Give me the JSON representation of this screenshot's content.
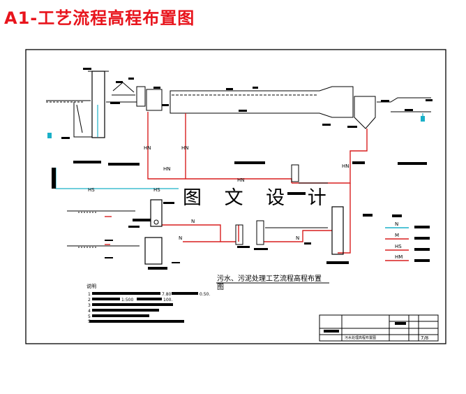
{
  "page": {
    "title": "A1-工艺流程高程布置图"
  },
  "drawing": {
    "watermark": "图 文 设 计",
    "caption": "污水、污泥处理工艺流程高程布置",
    "caption_suffix": "图",
    "notes_heading": "说明",
    "note_numbers": [
      "1",
      "2",
      "3",
      "4",
      "5"
    ],
    "note_fragments": [
      "7.80",
      "0.50.",
      "1:500",
      "100."
    ],
    "note_mark": "S",
    "pipe_labels": [
      "HS",
      "HS",
      "HN",
      "HN",
      "HN",
      "HN",
      "N",
      "N",
      "N",
      "HN"
    ],
    "legend_codes": [
      "N",
      "M",
      "HS",
      "HM"
    ],
    "titleblock": {
      "drawing_name": "污水处理高程布置图",
      "sheet": "7/8"
    },
    "colors": {
      "title": "#e8141c",
      "pipeline": "#d81e1e",
      "water_line": "#1ab0c8"
    }
  }
}
